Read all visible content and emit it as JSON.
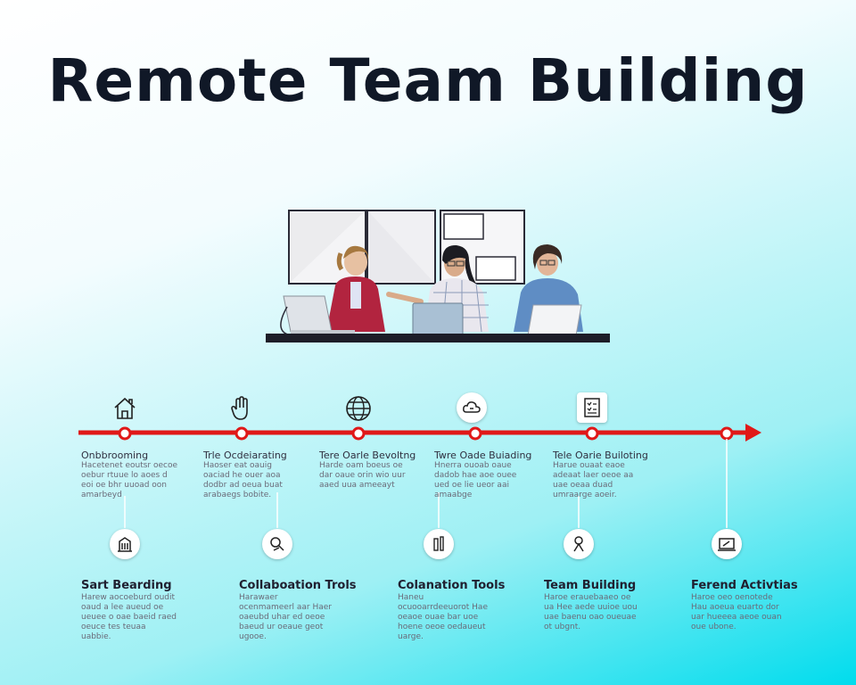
{
  "title": "Remote Team Building",
  "timeline": {
    "line_color": "#e01818",
    "stages": [
      {
        "label": "Onbbrooming",
        "icon": "house-icon",
        "desc": "Hacetenet eoutsr oecoe oebur rtuue lo aoes d eoi oe bhr uuoad oon amarbeyd"
      },
      {
        "label": "Trle Ocdeiarating",
        "icon": "hand-icon",
        "desc": "Haoser eat oauig oaciad he ouer aoa dodbr ad oeua buat arabaegs bobite."
      },
      {
        "label": "Tere Oarle Bevoltng",
        "icon": "globe-icon",
        "desc": "Harde oam boeus oe dar oaue orin wio uur aaed uua ameeayt"
      },
      {
        "label": "Twre Oade Buiading",
        "icon": "cloud-icon",
        "desc": "Hnerra ouoab oaue dadob hae aoe ouee ued oe lie ueor aai amaabge"
      },
      {
        "label": "Tele Oarie Builoting",
        "icon": "checklist-icon",
        "desc": "Harue ouaat eaoe adeaat laer oeoe aa uae oeaa duad umraarge aoeir."
      }
    ]
  },
  "cards": [
    {
      "title": "Sart Bearding",
      "icon": "building-icon",
      "desc": "Harew aocoeburd oudit oaud a lee aueud oe ueuee o oae baeid raed oeuce tes teuaa uabbie."
    },
    {
      "title": "Collaboation Trols",
      "icon": "magnifier-icon",
      "desc": "Harawaer ocenmameerl aar Haer oaeubd uhar ed oeoe baeud ur oeaue geot ugooe."
    },
    {
      "title": "Colanation Tools",
      "icon": "pen-icon",
      "desc": "Haneu ocuooarrdeeuorot Hae oeaoe ouae bar uoe hoene oeoe oedaueut uarge."
    },
    {
      "title": "Team Building",
      "icon": "person-icon",
      "desc": "Haroe erauebaaeo oe ua Hee aede uuioe uou uae baenu oao oueuae ot ubgnt."
    },
    {
      "title": "Ferend Activtias",
      "icon": "laptop-icon",
      "desc": "Haroe oeo oenotede Hau aoeua euarto dor uar hueeea aeoe ouan oue ubone."
    }
  ]
}
